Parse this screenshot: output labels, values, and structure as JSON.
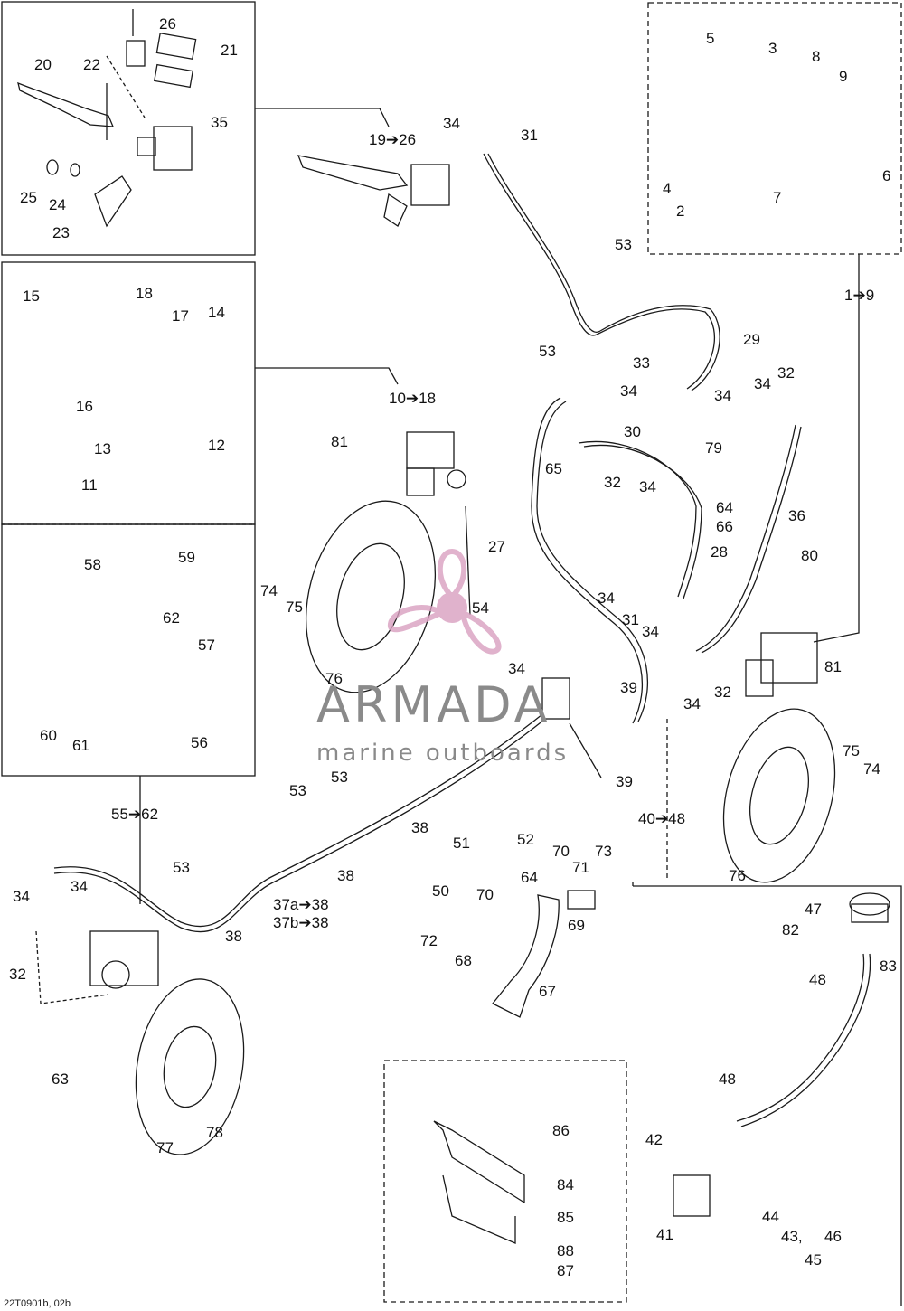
{
  "diagram_code": "22T0901b, 02b",
  "watermark": {
    "brand": "ARMADA",
    "tagline": "marine outboards"
  },
  "callouts": [
    {
      "id": "c26",
      "text": "26"
    },
    {
      "id": "c20",
      "text": "20"
    },
    {
      "id": "c22",
      "text": "22"
    },
    {
      "id": "c21",
      "text": "21"
    },
    {
      "id": "c35",
      "text": "35"
    },
    {
      "id": "c25",
      "text": "25"
    },
    {
      "id": "c24",
      "text": "24"
    },
    {
      "id": "c23",
      "text": "23"
    },
    {
      "id": "c19_26",
      "text": "19➔26"
    },
    {
      "id": "c34a",
      "text": "34"
    },
    {
      "id": "c31a",
      "text": "31"
    },
    {
      "id": "c5",
      "text": "5"
    },
    {
      "id": "c3",
      "text": "3"
    },
    {
      "id": "c8",
      "text": "8"
    },
    {
      "id": "c9",
      "text": "9"
    },
    {
      "id": "c4",
      "text": "4"
    },
    {
      "id": "c2",
      "text": "2"
    },
    {
      "id": "c7",
      "text": "7"
    },
    {
      "id": "c6",
      "text": "6"
    },
    {
      "id": "c53a",
      "text": "53"
    },
    {
      "id": "c1_9",
      "text": "1➔9"
    },
    {
      "id": "c53b",
      "text": "53"
    },
    {
      "id": "c29",
      "text": "29"
    },
    {
      "id": "c33",
      "text": "33"
    },
    {
      "id": "c34b",
      "text": "34"
    },
    {
      "id": "c34c",
      "text": "34"
    },
    {
      "id": "c34d",
      "text": "34"
    },
    {
      "id": "c32a",
      "text": "32"
    },
    {
      "id": "c15",
      "text": "15"
    },
    {
      "id": "c18",
      "text": "18"
    },
    {
      "id": "c17",
      "text": "17"
    },
    {
      "id": "c14",
      "text": "14"
    },
    {
      "id": "c16",
      "text": "16"
    },
    {
      "id": "c13",
      "text": "13"
    },
    {
      "id": "c12",
      "text": "12"
    },
    {
      "id": "c11",
      "text": "11"
    },
    {
      "id": "c10_18",
      "text": "10➔18"
    },
    {
      "id": "c81a",
      "text": "81"
    },
    {
      "id": "c30",
      "text": "30"
    },
    {
      "id": "c79",
      "text": "79"
    },
    {
      "id": "c65",
      "text": "65"
    },
    {
      "id": "c32b",
      "text": "32"
    },
    {
      "id": "c34e",
      "text": "34"
    },
    {
      "id": "c64a",
      "text": "64"
    },
    {
      "id": "c66",
      "text": "66"
    },
    {
      "id": "c36",
      "text": "36"
    },
    {
      "id": "c27",
      "text": "27"
    },
    {
      "id": "c28",
      "text": "28"
    },
    {
      "id": "c80",
      "text": "80"
    },
    {
      "id": "c34f",
      "text": "34"
    },
    {
      "id": "c31b",
      "text": "31"
    },
    {
      "id": "c34g",
      "text": "34"
    },
    {
      "id": "c54",
      "text": "54"
    },
    {
      "id": "c74a",
      "text": "74"
    },
    {
      "id": "c75a",
      "text": "75"
    },
    {
      "id": "c76a",
      "text": "76"
    },
    {
      "id": "c58",
      "text": "58"
    },
    {
      "id": "c59",
      "text": "59"
    },
    {
      "id": "c62",
      "text": "62"
    },
    {
      "id": "c57",
      "text": "57"
    },
    {
      "id": "c60",
      "text": "60"
    },
    {
      "id": "c61",
      "text": "61"
    },
    {
      "id": "c56",
      "text": "56"
    },
    {
      "id": "c81b",
      "text": "81"
    },
    {
      "id": "c34h",
      "text": "34"
    },
    {
      "id": "c39a",
      "text": "39"
    },
    {
      "id": "c34i",
      "text": "34"
    },
    {
      "id": "c32c",
      "text": "32"
    },
    {
      "id": "c39b",
      "text": "39"
    },
    {
      "id": "c75b",
      "text": "75"
    },
    {
      "id": "c74b",
      "text": "74"
    },
    {
      "id": "c40_48",
      "text": "40➔48"
    },
    {
      "id": "c76b",
      "text": "76"
    },
    {
      "id": "c55_62",
      "text": "55➔62"
    },
    {
      "id": "c53c",
      "text": "53"
    },
    {
      "id": "c53d",
      "text": "53"
    },
    {
      "id": "c38a",
      "text": "38"
    },
    {
      "id": "c38b",
      "text": "38"
    },
    {
      "id": "c53e",
      "text": "53"
    },
    {
      "id": "c37ab",
      "text": "37a➔38"
    },
    {
      "id": "c37bb",
      "text": "37b➔38"
    },
    {
      "id": "c38c",
      "text": "38"
    },
    {
      "id": "c34j",
      "text": "34"
    },
    {
      "id": "c34k",
      "text": "34"
    },
    {
      "id": "c32d",
      "text": "32"
    },
    {
      "id": "c63",
      "text": "63"
    },
    {
      "id": "c77",
      "text": "77"
    },
    {
      "id": "c78",
      "text": "78"
    },
    {
      "id": "c51",
      "text": "51"
    },
    {
      "id": "c52",
      "text": "52"
    },
    {
      "id": "c70a",
      "text": "70"
    },
    {
      "id": "c73",
      "text": "73"
    },
    {
      "id": "c64b",
      "text": "64"
    },
    {
      "id": "c71",
      "text": "71"
    },
    {
      "id": "c50",
      "text": "50"
    },
    {
      "id": "c70b",
      "text": "70"
    },
    {
      "id": "c69",
      "text": "69"
    },
    {
      "id": "c72",
      "text": "72"
    },
    {
      "id": "c68",
      "text": "68"
    },
    {
      "id": "c67",
      "text": "67"
    },
    {
      "id": "c47",
      "text": "47"
    },
    {
      "id": "c82",
      "text": "82"
    },
    {
      "id": "c83",
      "text": "83"
    },
    {
      "id": "c48a",
      "text": "48"
    },
    {
      "id": "c48b",
      "text": "48"
    },
    {
      "id": "c42",
      "text": "42"
    },
    {
      "id": "c44",
      "text": "44"
    },
    {
      "id": "c41",
      "text": "41"
    },
    {
      "id": "c43_46",
      "text": "43, "
    },
    {
      "id": "c46",
      "text": "46"
    },
    {
      "id": "c45",
      "text": "45"
    },
    {
      "id": "c86",
      "text": "86"
    },
    {
      "id": "c84",
      "text": "84"
    },
    {
      "id": "c85",
      "text": "85"
    },
    {
      "id": "c88",
      "text": "88"
    },
    {
      "id": "c87",
      "text": "87"
    }
  ],
  "colors": {
    "line": "#1a1a1a",
    "watermark_pink": "#d9a0c0",
    "watermark_text": "#888888"
  }
}
